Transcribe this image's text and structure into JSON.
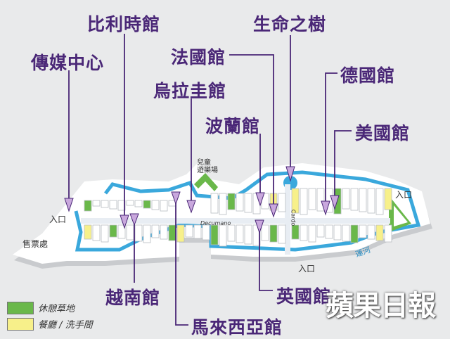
{
  "pavilions": {
    "belgium": "比利時館",
    "media_center": "傳媒中心",
    "uruguay": "烏拉圭館",
    "france": "法國館",
    "tree_of_life": "生命之樹",
    "poland": "波蘭館",
    "germany": "德國館",
    "usa": "美國館",
    "vietnam": "越南館",
    "uk": "英國館",
    "malaysia": "馬來西亞館"
  },
  "map_labels": {
    "entrance_west": "入口",
    "entrance_east": "入口",
    "entrance_south": "入口",
    "ticket_office": "售票處",
    "playground": "兒童\n遊樂場",
    "decumano": "Decumano",
    "cardo": "Cardo",
    "canal": "運河"
  },
  "legend": [
    {
      "label": "休憩草地",
      "color": "#6ab84a"
    },
    {
      "label": "餐廳 / 洗手間",
      "color": "#f7f08a"
    }
  ],
  "watermark": "蘋果日報",
  "colors": {
    "label": "#4a2777",
    "pointer": "#c9a8dd",
    "water": "#3aa8dc",
    "grass": "#6ab84a",
    "food": "#f7f08a"
  }
}
